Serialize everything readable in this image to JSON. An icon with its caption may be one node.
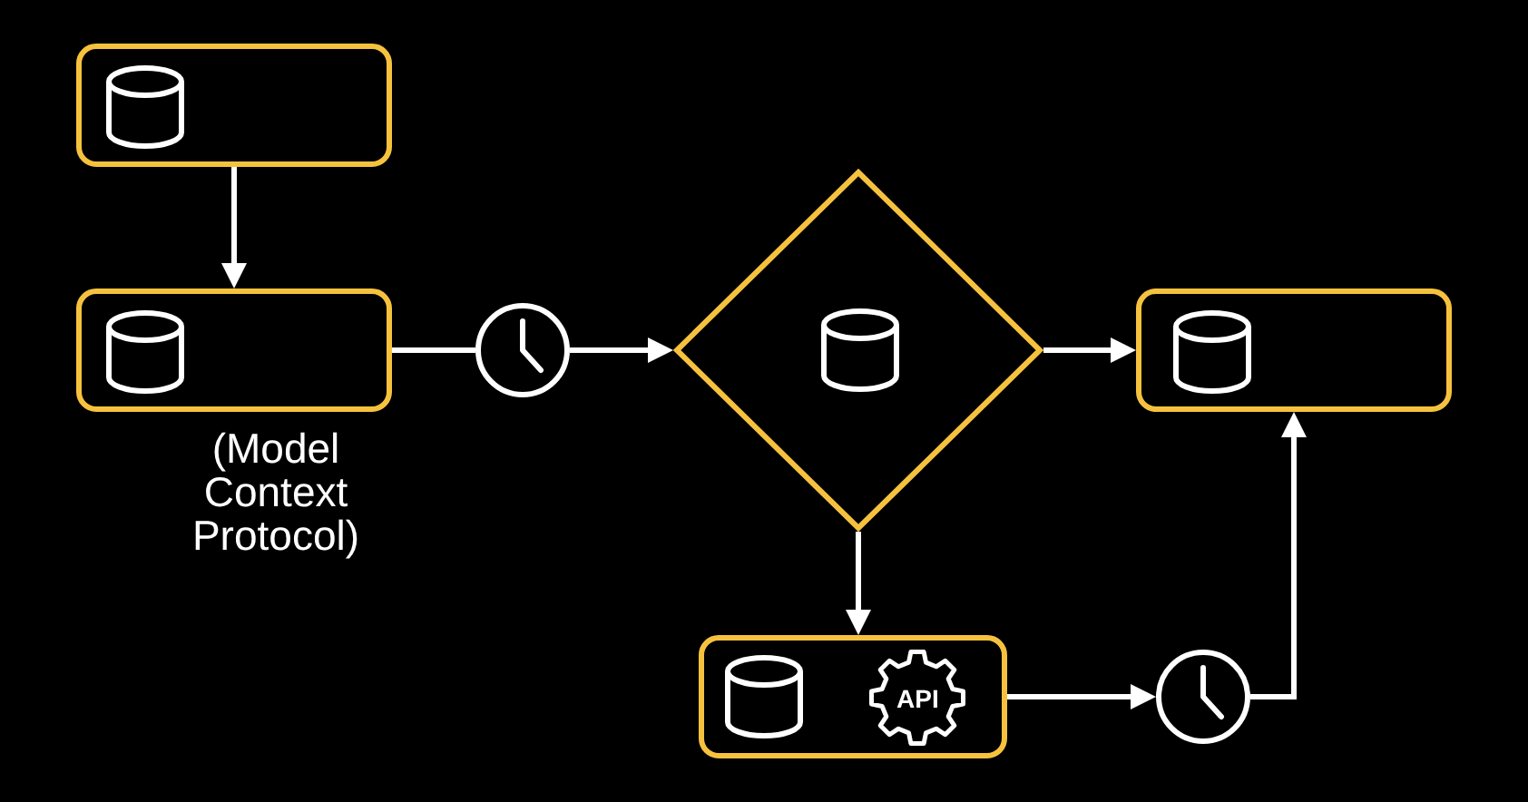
{
  "diagram": {
    "nodes": [
      {
        "text": [],
        "shape": "box"
      },
      {
        "text": [],
        "shape": "box",
        "beside": [
          "(Model Context Protocol)"
        ]
      },
      {
        "text": [],
        "shape": "clock"
      },
      {
        "text": [],
        "shape": "diamond"
      },
      {
        "text": [],
        "shape": "box"
      },
      {
        "text": [
          "API"
        ]
      },
      {
        "text": [],
        "shape": "clock"
      }
    ],
    "edges": [
      {
        "from": 0,
        "to": 1,
        "arrow": "to"
      },
      {
        "from": 1,
        "to": 2,
        "arrow": "none"
      },
      {
        "from": 2,
        "to": 3,
        "arrow": "to"
      },
      {
        "from": 3,
        "to": 4,
        "arrow": "to"
      },
      {
        "from": 3,
        "to": 5,
        "arrow": "to"
      },
      {
        "from": 5,
        "to": 6,
        "arrow": "to"
      },
      {
        "from": 6,
        "to": 4,
        "arrow": "to"
      }
    ]
  }
}
